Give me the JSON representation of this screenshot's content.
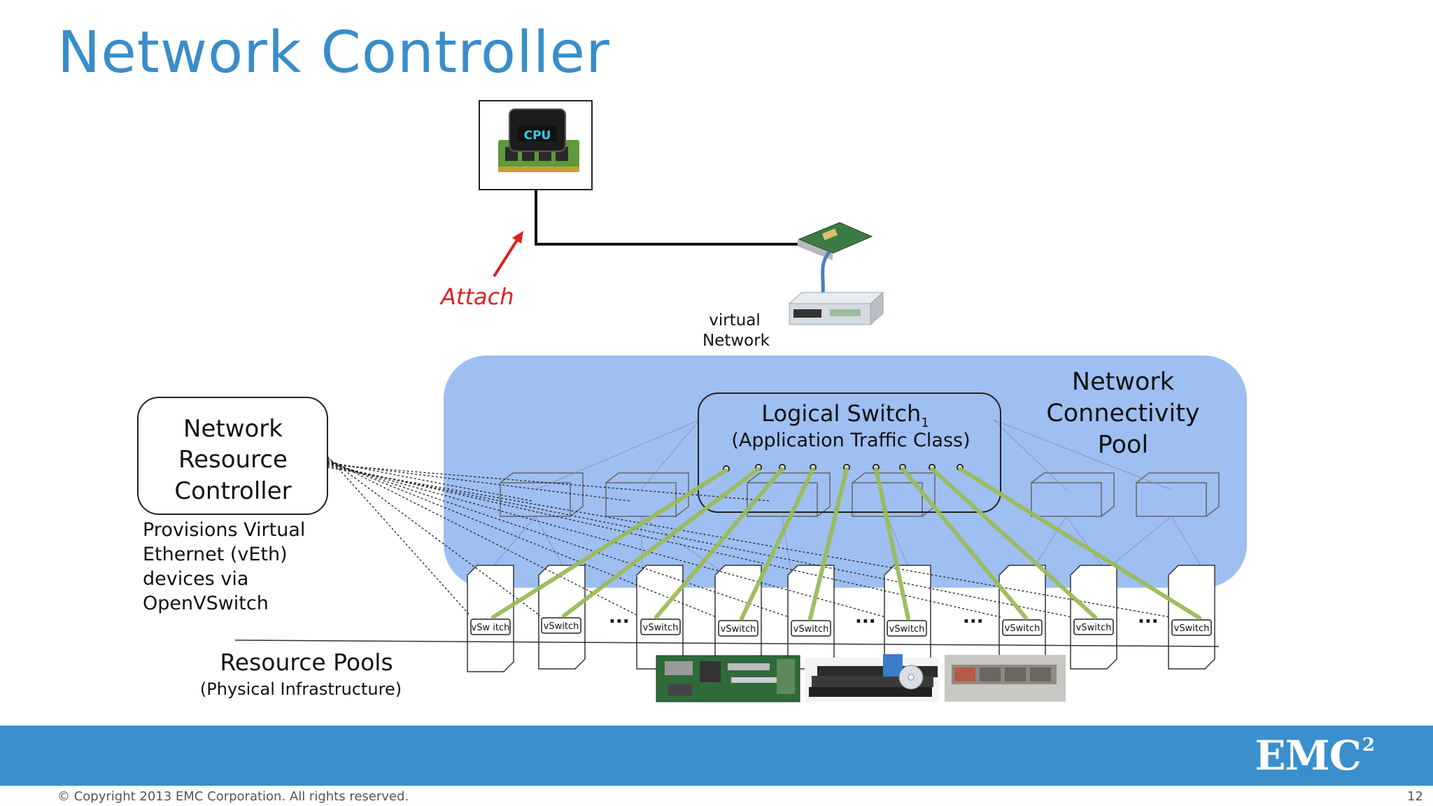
{
  "slide": {
    "title": "Network Controller",
    "page_number": "12",
    "copyright": "© Copyright 2013 EMC Corporation. All rights reserved.",
    "logo_text": "EMC",
    "logo_superscript": "2"
  },
  "diagram": {
    "cpu_chip_label": "CPU",
    "attach_label": "Attach",
    "virtual_network_line1": "virtual",
    "virtual_network_line2": "Network",
    "pool_label": [
      "Network",
      "Connectivity",
      "Pool"
    ],
    "logical_switch_title": "Logical Switch",
    "logical_switch_subscript": "1",
    "logical_switch_subtitle": "(Application Traffic Class)",
    "controller_label": [
      "Network",
      "Resource",
      "Controller"
    ],
    "controller_description": [
      "Provisions Virtual",
      "Ethernet (vEth)",
      "devices via",
      "OpenVSwitch"
    ],
    "resource_pools_title": "Resource Pools",
    "resource_pools_subtitle": "(Physical Infrastructure)",
    "vswitch_labels": [
      "vSw itch",
      "vSwitch",
      "vSwitch",
      "vSwitch",
      "vSwitch",
      "vSwitch",
      "vSwitch",
      "vSwitch",
      "vSwitch"
    ],
    "ellipsis": "...",
    "colors": {
      "title_blue": "#3a8dc9",
      "pool_blue": "#8db4ee",
      "green_link": "#9bbb59",
      "attach_red": "#e02020",
      "footer_blue": "#3a8fcc"
    }
  }
}
